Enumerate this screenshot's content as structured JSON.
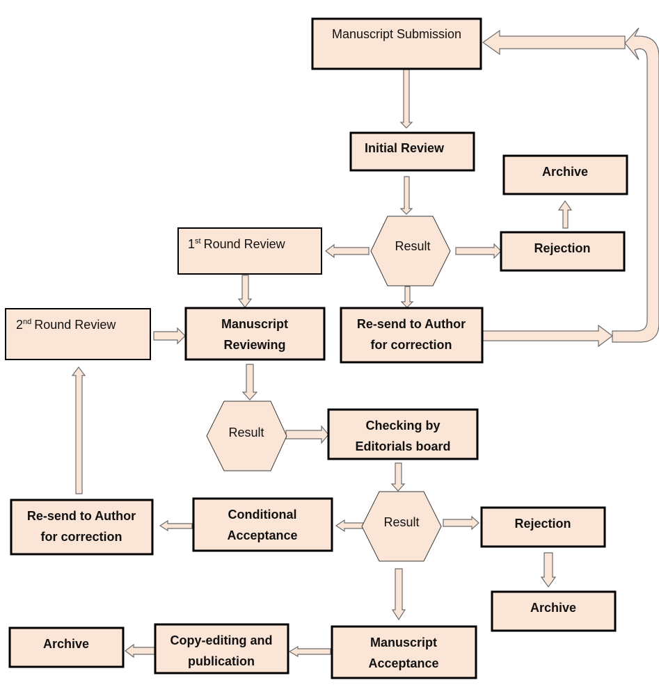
{
  "diagram": {
    "type": "flowchart",
    "colors": {
      "fill": "#fbe5d6",
      "border": "#000000",
      "arrow_border": "#6b6b6b"
    },
    "nodes": {
      "submission": {
        "label": "Manuscript Submission"
      },
      "initial_review": {
        "label": "Initial Review"
      },
      "result1": {
        "label": "Result"
      },
      "first_round": {
        "num": "1",
        "sup": "st",
        "text": "Round Review"
      },
      "rejection1": {
        "label": "Rejection"
      },
      "archive1": {
        "label": "Archive"
      },
      "resend1": {
        "line1": "Re-send to Author",
        "line2": "for correction"
      },
      "second_round": {
        "num": "2",
        "sup": "nd",
        "text": "Round Review"
      },
      "reviewing": {
        "line1": "Manuscript",
        "line2": "Reviewing"
      },
      "result2": {
        "label": "Result"
      },
      "checking": {
        "line1": "Checking by",
        "line2": "Editorials board"
      },
      "result3": {
        "label": "Result"
      },
      "conditional": {
        "line1": "Conditional",
        "line2": "Acceptance"
      },
      "resend2": {
        "line1": "Re-send to Author",
        "line2": "for correction"
      },
      "rejection2": {
        "label": "Rejection"
      },
      "archive2": {
        "label": "Archive"
      },
      "acceptance": {
        "line1": "Manuscript",
        "line2": "Acceptance"
      },
      "copyediting": {
        "line1": "Copy-editing and",
        "line2": "publication"
      },
      "archive3": {
        "label": "Archive"
      }
    },
    "edges": [
      [
        "submission",
        "initial_review"
      ],
      [
        "initial_review",
        "result1"
      ],
      [
        "result1",
        "first_round"
      ],
      [
        "result1",
        "rejection1"
      ],
      [
        "rejection1",
        "archive1"
      ],
      [
        "result1",
        "resend1"
      ],
      [
        "resend1",
        "submission"
      ],
      [
        "first_round",
        "reviewing"
      ],
      [
        "second_round",
        "reviewing"
      ],
      [
        "reviewing",
        "result2"
      ],
      [
        "result2",
        "checking"
      ],
      [
        "checking",
        "result3"
      ],
      [
        "result3",
        "conditional"
      ],
      [
        "result3",
        "rejection2"
      ],
      [
        "rejection2",
        "archive2"
      ],
      [
        "result3",
        "acceptance"
      ],
      [
        "conditional",
        "resend2"
      ],
      [
        "resend2",
        "second_round"
      ],
      [
        "acceptance",
        "copyediting"
      ],
      [
        "copyediting",
        "archive3"
      ]
    ]
  }
}
